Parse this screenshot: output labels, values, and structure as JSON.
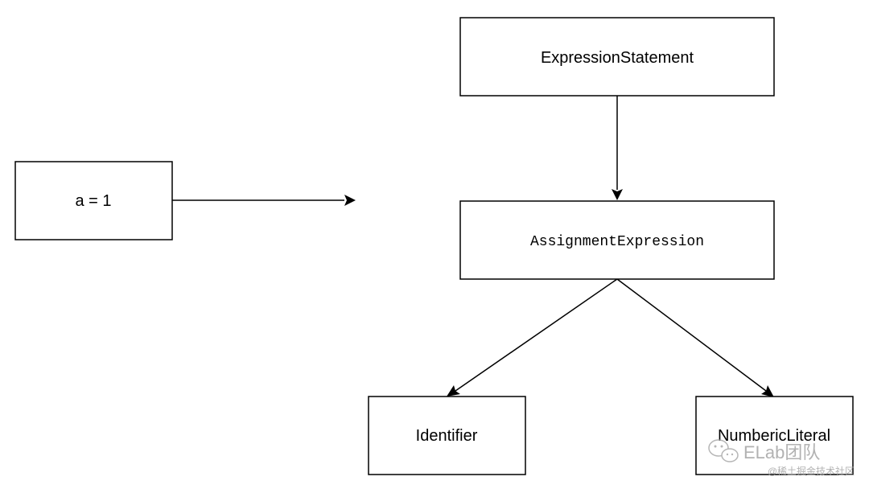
{
  "nodes": {
    "source_code": "a = 1",
    "expression_statement": "ExpressionStatement",
    "assignment_expression": "AssignmentExpression",
    "identifier": "Identifier",
    "numeric_literal": "NumbericLiteral"
  },
  "watermark": {
    "brand": "ELab团队",
    "sub": "@稀土掘金技术社区",
    "icon": "wechat-icon"
  }
}
